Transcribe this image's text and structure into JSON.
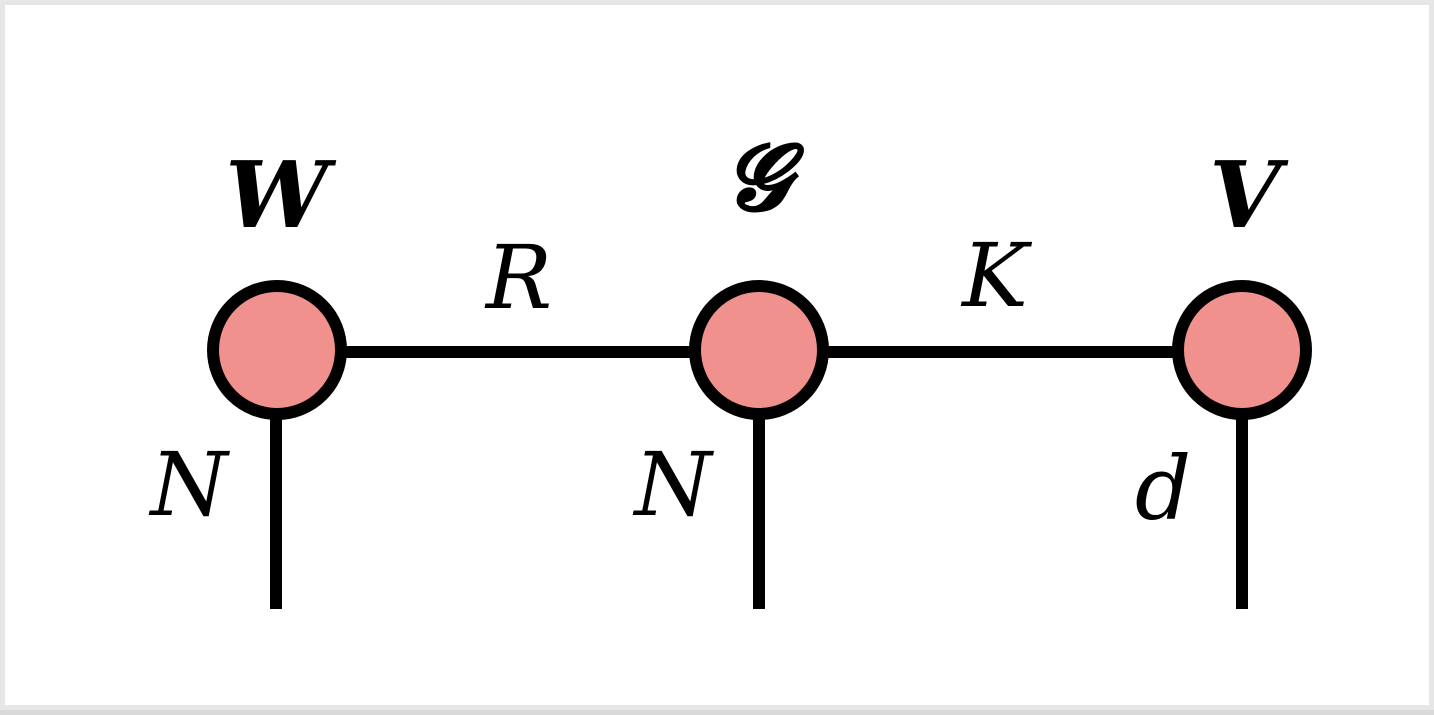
{
  "diagram": {
    "colors": {
      "node_fill": "#f0918d",
      "stroke": "#000000",
      "background": "#ffffff"
    },
    "nodes": [
      {
        "id": "W",
        "label": "W"
      },
      {
        "id": "G",
        "label": "𝓖"
      },
      {
        "id": "V",
        "label": "V"
      }
    ],
    "bonds": [
      {
        "from": "W",
        "to": "G",
        "label": "R"
      },
      {
        "from": "G",
        "to": "V",
        "label": "K"
      }
    ],
    "legs": [
      {
        "node": "W",
        "label": "N"
      },
      {
        "node": "G",
        "label": "N"
      },
      {
        "node": "V",
        "label": "d"
      }
    ]
  }
}
